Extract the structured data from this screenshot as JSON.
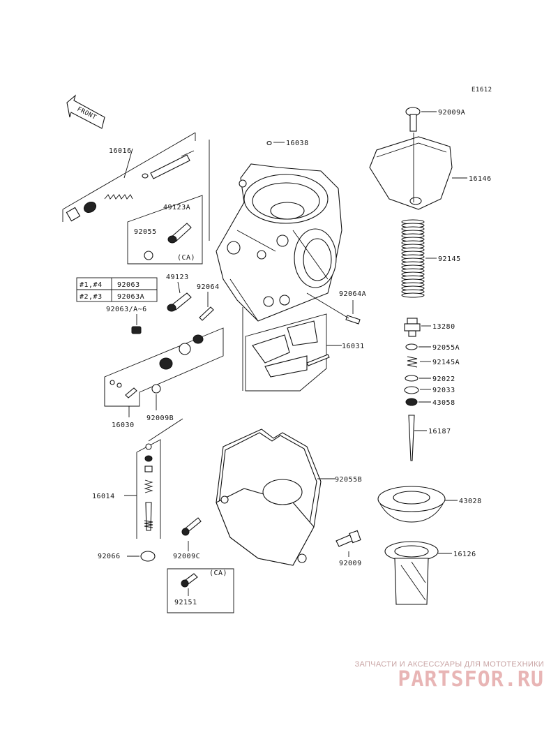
{
  "diagram": {
    "code": "E1612",
    "front_label": "FRONT",
    "labels": {
      "p16016": "16016",
      "p16038": "16038",
      "p92009A": "92009A",
      "p16146": "16146",
      "p49123A": "49123A",
      "p92055": "92055",
      "ca1": "(CA)",
      "p92145": "92145",
      "p49123": "49123",
      "p92064": "92064",
      "p92063A6": "92063/A~6",
      "p92064A": "92064A",
      "p13280": "13280",
      "p16031": "16031",
      "p92055A": "92055A",
      "p92145A": "92145A",
      "p92022": "92022",
      "p92033": "92033",
      "p43058": "43058",
      "p16030": "16030",
      "p92009B": "92009B",
      "p16187": "16187",
      "p92055B": "92055B",
      "p16014": "16014",
      "p43028": "43028",
      "p92066": "92066",
      "p92009C": "92009C",
      "p92009": "92009",
      "p16126": "16126",
      "ca2": "(CA)",
      "p92151": "92151"
    },
    "table": {
      "row1_cyl": "#1,#4",
      "row1_part": "92063",
      "row2_cyl": "#2,#3",
      "row2_part": "92063A"
    }
  },
  "watermark": {
    "tagline": "ЗАПЧАСТИ И АКСЕССУАРЫ ДЛЯ МОТОТЕХНИКИ",
    "logo": "PARTSFOR.RU",
    "color": "#e8b5b5"
  }
}
